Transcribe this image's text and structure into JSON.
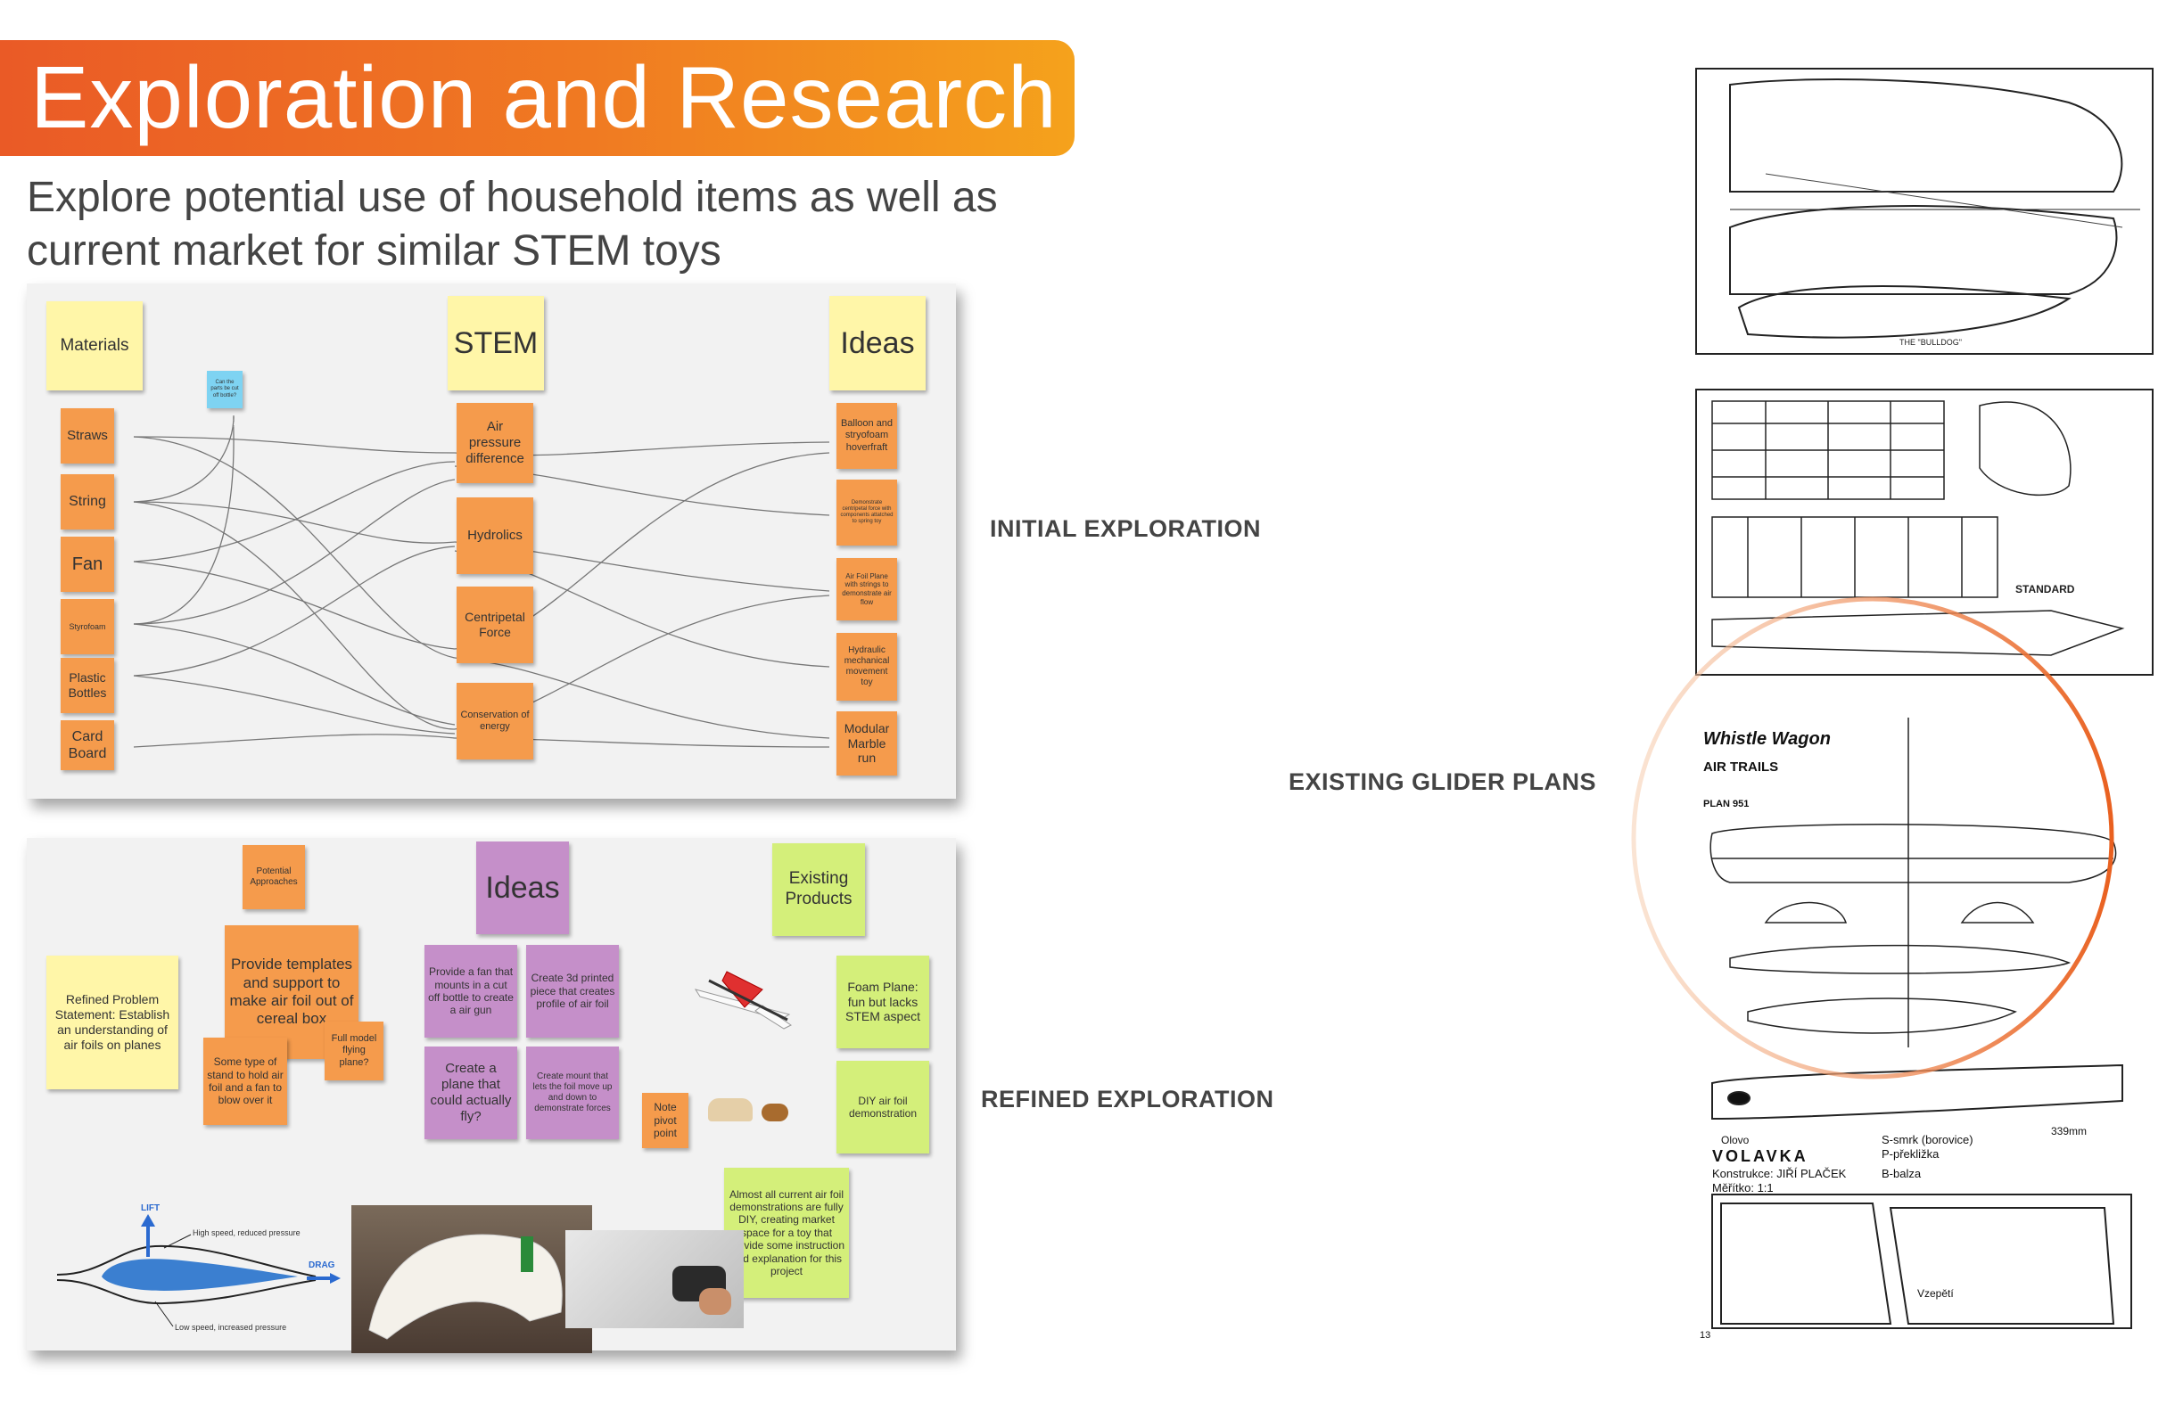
{
  "header": {
    "title": "Exploration and Research",
    "subtitle": "Explore potential use of household items as well as current market for similar STEM toys"
  },
  "labels": {
    "initial": "INITIAL EXPLORATION",
    "refined": "REFINED EXPLORATION",
    "plans": "EXISTING GLIDER PLANS"
  },
  "initial_board": {
    "headers": {
      "materials": "Materials",
      "stem": "STEM",
      "ideas": "Ideas"
    },
    "blue_note": "Can the parts be cut off bottle?",
    "materials": [
      "Straws",
      "String",
      "Fan",
      "Styrofoam",
      "Plastic Bottles",
      "Card Board"
    ],
    "stem": [
      "Air pressure difference",
      "Hydrolics",
      "Centripetal Force",
      "Conservation of energy"
    ],
    "ideas": [
      "Balloon and stryofoam hoverfraft",
      "Demonstrate centripetal force with components attatched to spring toy",
      "Air Foil Plane with strings to demonstrate air flow",
      "Hydraulic mechanical movement toy",
      "Modular Marble run"
    ]
  },
  "refined_board": {
    "potential": "Potential Approaches",
    "problem": "Refined Problem Statement: Establish an understanding of air foils on planes",
    "templates": "Provide templates and support to make air foil out of cereal box",
    "stand": "Some type of stand to hold air foil and a fan to blow over it",
    "full_model": "Full model flying plane?",
    "ideas_header": "Ideas",
    "idea_fan": "Provide a fan that mounts in a cut off bottle to create a air gun",
    "idea_3d": "Create 3d printed piece that creates profile of air foil",
    "idea_plane": "Create a plane that could actually fly?",
    "idea_mount": "Create mount that lets the foil move up and down to demonstrate forces",
    "pivot": "Note pivot point",
    "existing_header": "Existing Products",
    "foam_plane": "Foam Plane: fun but lacks STEM aspect",
    "diy_foil": "DIY air foil demonstration",
    "almost": "Almost all current air foil demonstrations are fully DIY, creating market space for a toy that provide some instruction and explanation for this project",
    "airfoil": {
      "lift": "LIFT",
      "drag": "DRAG",
      "high": "High speed, reduced pressure",
      "low": "Low speed, increased pressure"
    }
  },
  "plans": {
    "p1_name": "THE \"BULLDOG\"",
    "p2_name": "STANDARD",
    "p3_title": "Whistle Wagon",
    "p3_sub": "AIR TRAILS",
    "p3_plan": "PLAN 951",
    "p4": {
      "title": "VOLAVKA",
      "constr": "Konstrukce: JIŘÍ PLAČEK",
      "scale": "Měřítko: 1:1",
      "olovo": "Olovo",
      "smrk": "S-smrk (borovice)",
      "preklizka": "P-překližka",
      "balsa": "B-balza",
      "dim": "339mm",
      "vzepeti": "Vzepětí",
      "page": "13"
    }
  },
  "colors": {
    "banner_start": "#ea5a26",
    "banner_end": "#f5a21c",
    "orange_note": "#f59b4c",
    "yellow_note": "#fff6a8",
    "purple_note": "#c58fc9",
    "green_note": "#d4ef7a",
    "blue_note": "#7ed3f2"
  }
}
